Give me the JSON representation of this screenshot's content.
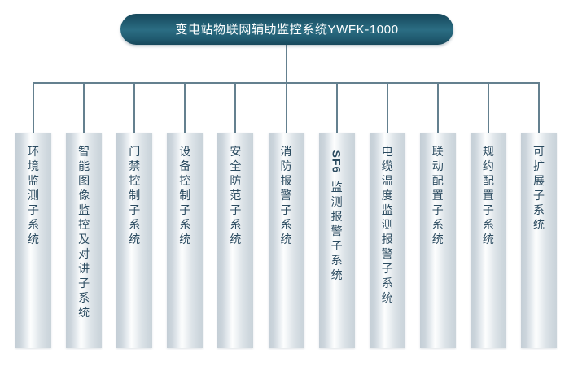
{
  "diagram": {
    "type": "organizational-tree",
    "root": {
      "label": "变电站物联网辅助监控系统YWFK-1000"
    },
    "colors": {
      "root_gradient_dark": "#17495c",
      "root_gradient_light": "#2b6d83",
      "root_text": "#ffffff",
      "connector_line": "#64808f",
      "leaf_text": "#2b4b60",
      "leaf_gradient_edge": "#c4ced6",
      "leaf_gradient_center": "#fdfefe",
      "background": "#ffffff"
    },
    "leaves": [
      {
        "id": "env-monitoring",
        "label": "环境监测子系统",
        "latin": ""
      },
      {
        "id": "smart-video-intercom",
        "label": "智能图像监控及对讲子系统",
        "latin": ""
      },
      {
        "id": "access-control",
        "label": "门禁控制子系统",
        "latin": ""
      },
      {
        "id": "device-control",
        "label": "设备控制子系统",
        "latin": ""
      },
      {
        "id": "security-protection",
        "label": "安全防范子系统",
        "latin": ""
      },
      {
        "id": "fire-alarm",
        "label": "消防报警子系统",
        "latin": ""
      },
      {
        "id": "sf6-alarm",
        "label": "监测报警子系统",
        "latin": "SF6"
      },
      {
        "id": "cable-temp-alarm",
        "label": "电缆温度监测报警子系统",
        "latin": ""
      },
      {
        "id": "linkage-config",
        "label": "联动配置子系统",
        "latin": ""
      },
      {
        "id": "protocol-config",
        "label": "规约配置子系统",
        "latin": ""
      },
      {
        "id": "extensible",
        "label": "可扩展子系统",
        "latin": ""
      }
    ]
  }
}
